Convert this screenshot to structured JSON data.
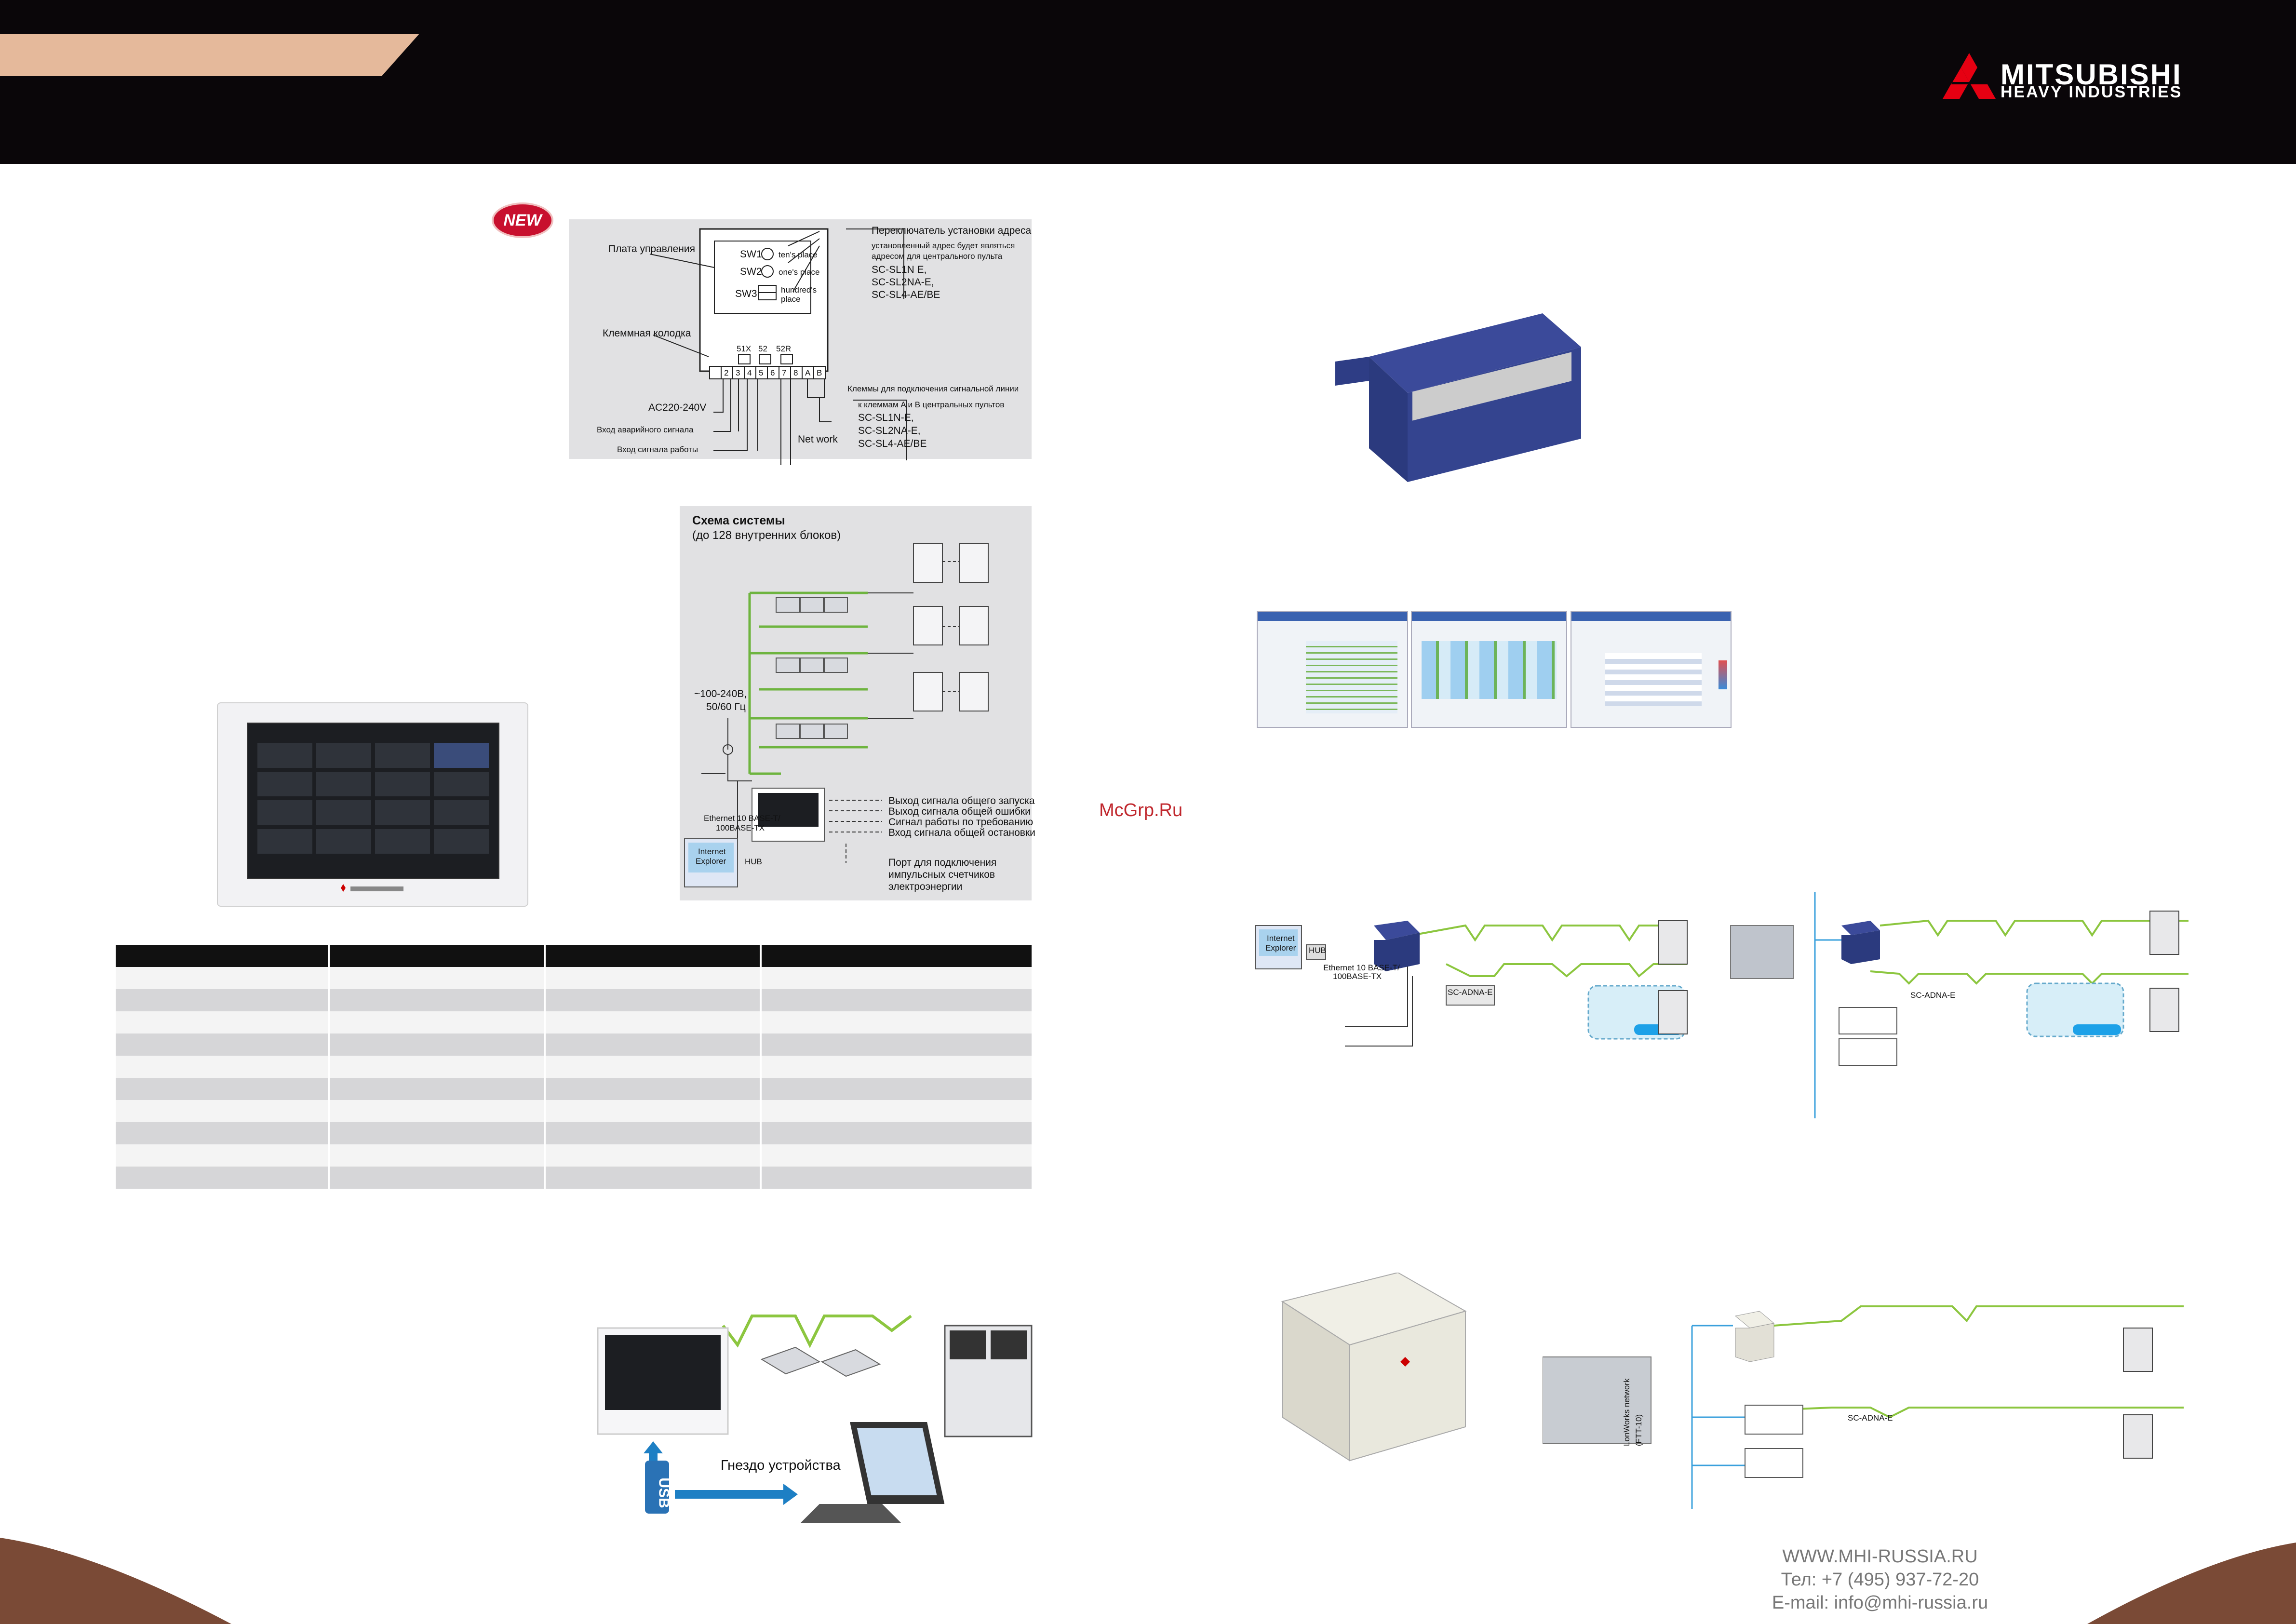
{
  "brand": {
    "name": "MITSUBISHI",
    "sub": "HEAVY INDUSTRIES"
  },
  "badge": {
    "label": "NEW"
  },
  "wiring": {
    "board_label": "Плата управления",
    "switch_label": "Переключатель установки адреса",
    "switch_note1": "установленный адрес будет являться",
    "switch_note2": "адресом для центрального пульта",
    "switch_models": [
      "SC-SL1N E,",
      "SC-SL2NA-E,",
      "SC-SL4-AE/BE"
    ],
    "sw1": "SW1",
    "sw1_note": "ten's place",
    "sw2": "SW2",
    "sw2_note": "one's place",
    "sw3": "SW3",
    "sw3_note1": "hundred's",
    "sw3_note2": "place",
    "terminal_label": "Клеммная колодка",
    "relays": [
      "51X",
      "52",
      "52R"
    ],
    "terminals": [
      "2",
      "3",
      "4",
      "5",
      "6",
      "7",
      "8",
      "A",
      "B"
    ],
    "terminals_line": "Клеммы для подключения сигнальной линии",
    "to_terminals": "к клеммам A и B центральных пультов",
    "central_models": [
      "SC-SL1N-E,",
      "SC-SL2NA-E,",
      "SC-SL4-AE/BE"
    ],
    "power": "AC220-240V",
    "alarm_in": "Вход аварийного сигнала",
    "run_in": "Вход сигнала работы",
    "network": "Net work"
  },
  "system": {
    "title": "Схема системы",
    "subtitle": "(до 128 внутренних блоков)",
    "power": "~100-240В,",
    "freq": "50/60 Гц",
    "ethernet1": "Ethernet 10 BASE-T/",
    "ethernet2": "100BASE-TX",
    "ie1": "Internet",
    "ie2": "Explorer",
    "hub": "HUB",
    "signals": [
      "Выход сигнала общего запуска",
      "Выход сигнала общей ошибки",
      "Сигнал работы по требованию",
      "Вход сигнала общей остановки"
    ],
    "port1": "Порт для подключения",
    "port2": "импульсных счетчиков",
    "port3": "электроэнергии"
  },
  "usb": {
    "socket": "Гнездо устройства",
    "usb": "USB"
  },
  "watermark": "McGrp.Ru",
  "net_diagram": {
    "ie1": "Internet",
    "ie2": "Explorer",
    "hub": "HUB",
    "eth1": "Ethernet 10 BASE-T/",
    "eth2": "100BASE-TX",
    "adapter": "SC-ADNA-E",
    "lon": "LonWorks network",
    "lon2": "(FTT-10)"
  },
  "contact": {
    "site": "WWW.MHI-RUSSIA.RU",
    "phone": "Тел: +7 (495) 937-72-20",
    "email": "E-mail: info@mhi-russia.ru"
  }
}
